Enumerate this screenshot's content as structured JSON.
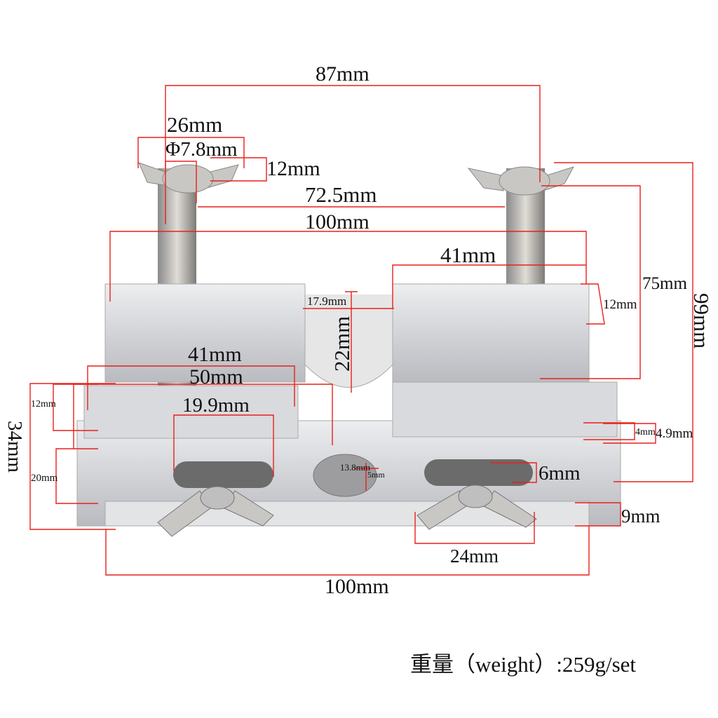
{
  "dimensions": {
    "overall_bolt_span": "87mm",
    "wing_nut_width": "26mm",
    "bolt_diameter": "Φ7.8mm",
    "wing_nut_height": "12mm",
    "bolt_inner_span": "72.5mm",
    "upper_block_width": "100mm",
    "upper_right_block": "41mm",
    "upper_block_height": "12mm",
    "bolt_length": "75mm",
    "total_height": "99mm",
    "channel_width": "17.9mm",
    "channel_depth": "22mm",
    "lower_plate_width": "41mm",
    "lower_block_width": "50mm",
    "slot_length": "19.9mm",
    "left_plate_height": "12mm",
    "base_height": "34mm",
    "base_mid_height": "20mm",
    "groove_4": "4mm",
    "groove_4_9": "4.9mm",
    "hole_diameter": "13.8mm",
    "hole_offset": "5mm",
    "slot_width": "6mm",
    "bottom_plate": "9mm",
    "lower_wing_nut": "24mm",
    "base_width": "100mm"
  },
  "caption": "重量（weight）:259g/set",
  "colors": {
    "dimension_line": "#e8201c",
    "metal": "#d4d5d9"
  }
}
